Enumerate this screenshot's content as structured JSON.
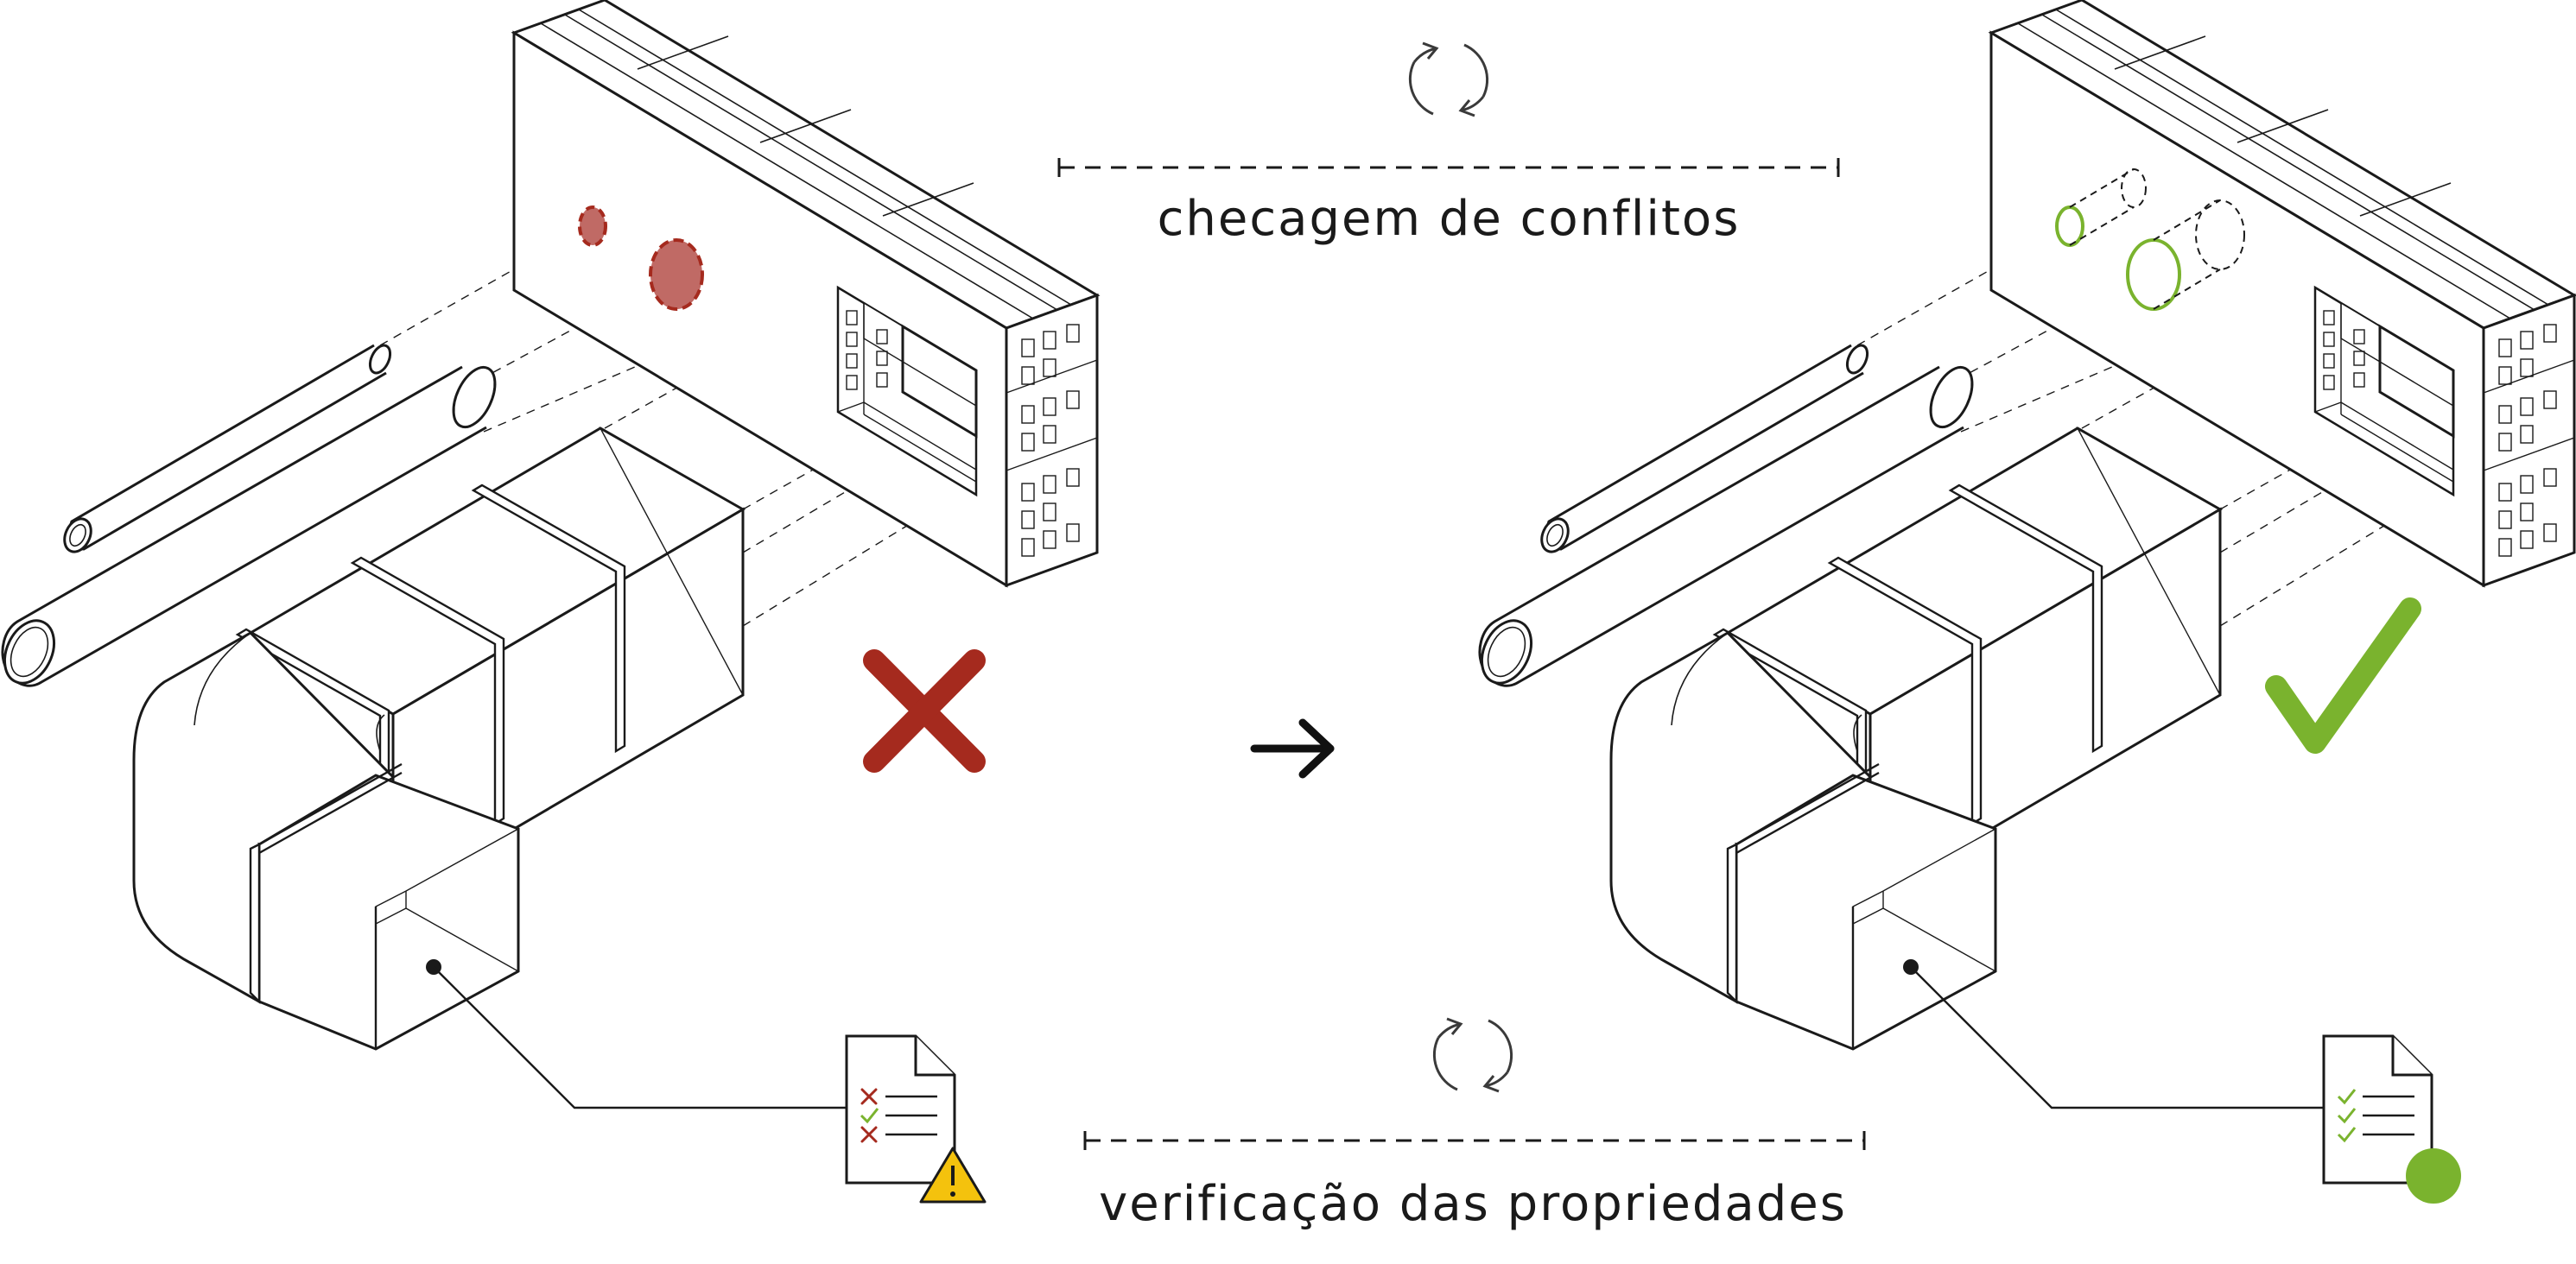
{
  "labels": {
    "clash_detection": "checagem de conflitos",
    "property_check": "verificação das propriedades"
  },
  "icons": {
    "cycle": "cycle-arrows-icon",
    "arrow": "arrow-right-icon",
    "fail": "red-x-icon",
    "pass": "green-check-icon",
    "report_warning": "document-warning-icon",
    "report_ok": "document-ok-icon",
    "warning": "warning-triangle-icon"
  },
  "colors": {
    "line": "#1a1a1a",
    "conflict": "#a52a1e",
    "ok": "#7ab32e",
    "warning": "#f4c20d"
  },
  "states": {
    "before": {
      "status": "conflict"
    },
    "after": {
      "status": "resolved"
    }
  }
}
